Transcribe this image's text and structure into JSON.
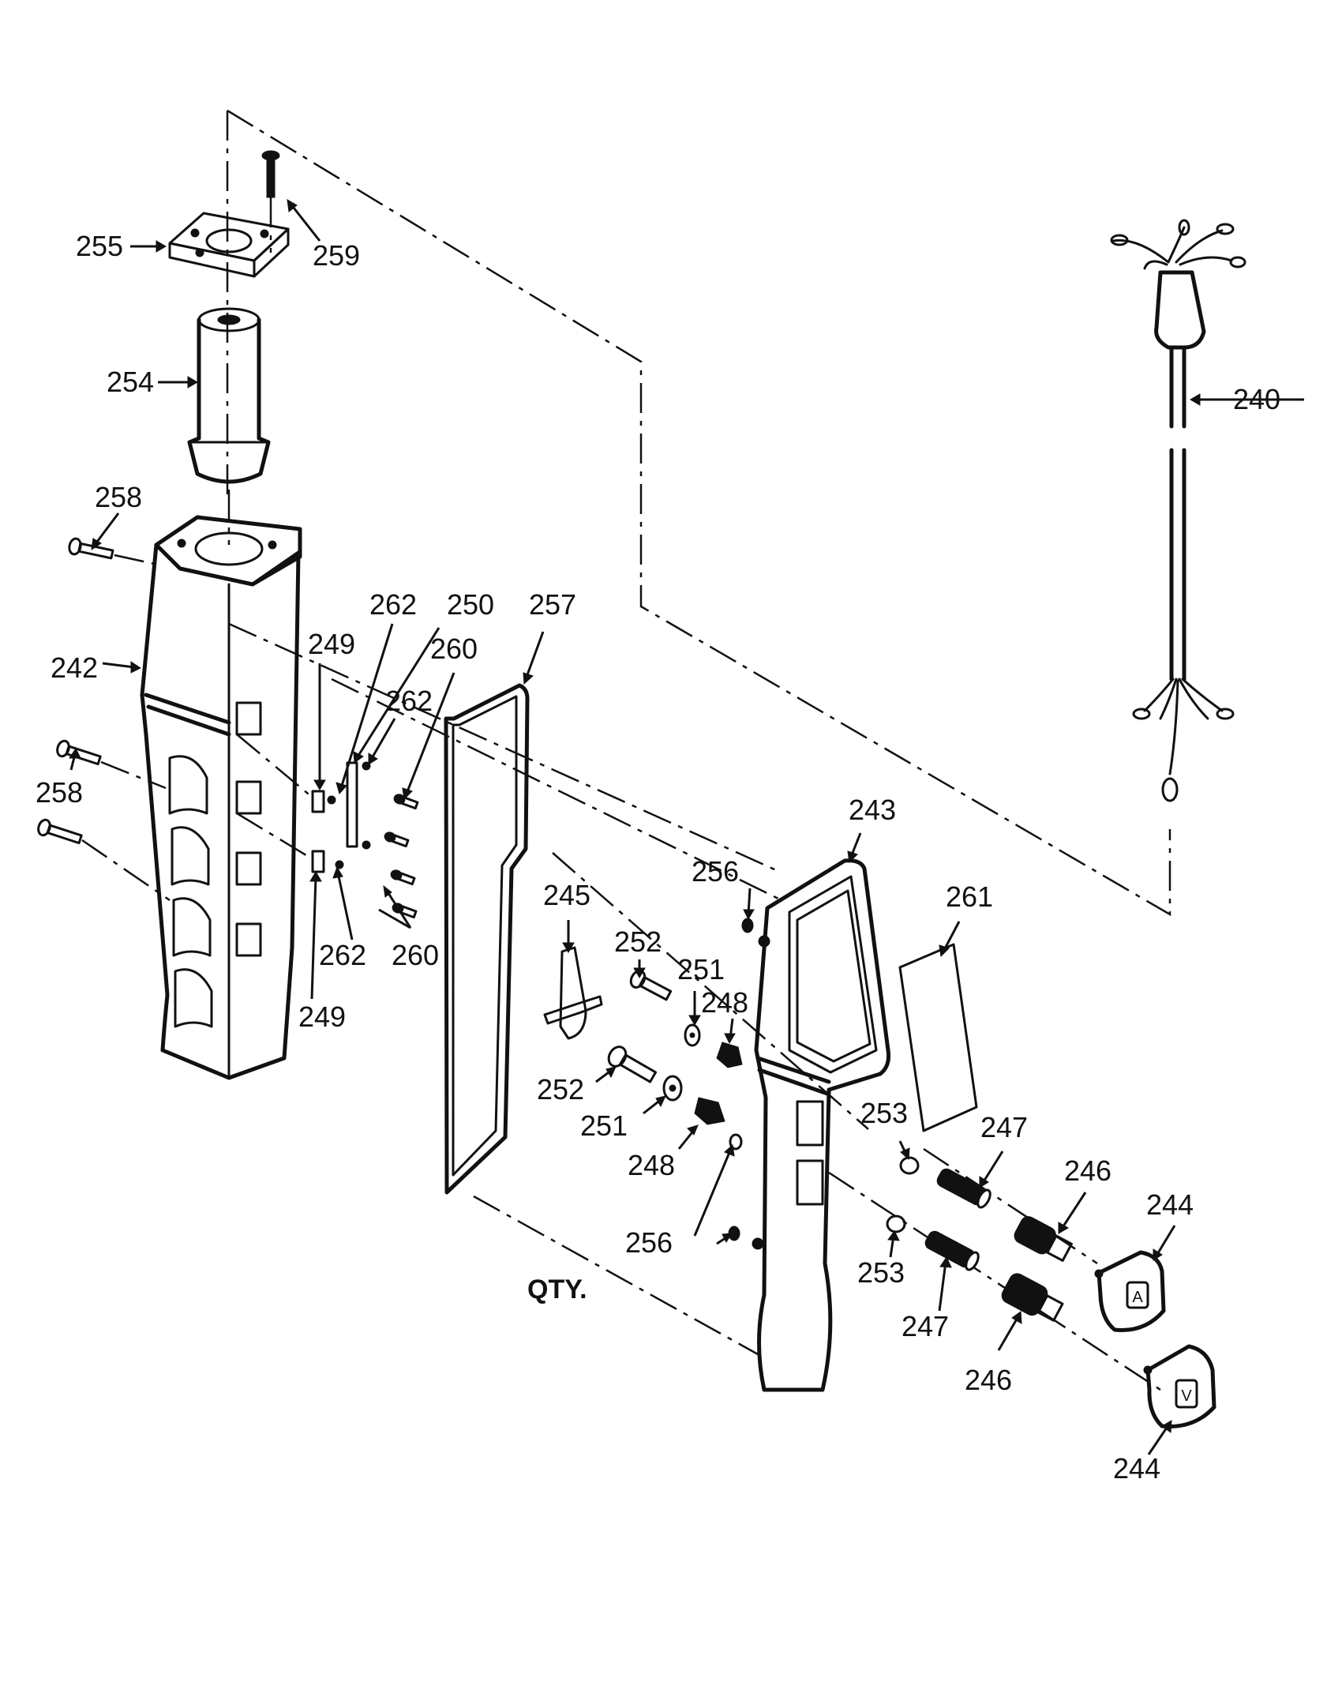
{
  "labels": {
    "p240": "240",
    "p242": "242",
    "p243": "243",
    "p244a": "244",
    "p244b": "244",
    "p245": "245",
    "p246a": "246",
    "p246b": "246",
    "p247a": "247",
    "p247b": "247",
    "p248a": "248",
    "p248b": "248",
    "p249a": "249",
    "p249b": "249",
    "p250": "250",
    "p251a": "251",
    "p251b": "251",
    "p252a": "252",
    "p252b": "252",
    "p253a": "253",
    "p253b": "253",
    "p254": "254",
    "p255": "255",
    "p256a": "256",
    "p256b": "256",
    "p257": "257",
    "p258a": "258",
    "p258b": "258",
    "p259": "259",
    "p260a": "260",
    "p260b": "260",
    "p261": "261",
    "p262a": "262",
    "p262b": "262",
    "p262c": "262"
  },
  "button_marks": {
    "up": "A",
    "down": "V"
  },
  "qty_label": "QTY."
}
